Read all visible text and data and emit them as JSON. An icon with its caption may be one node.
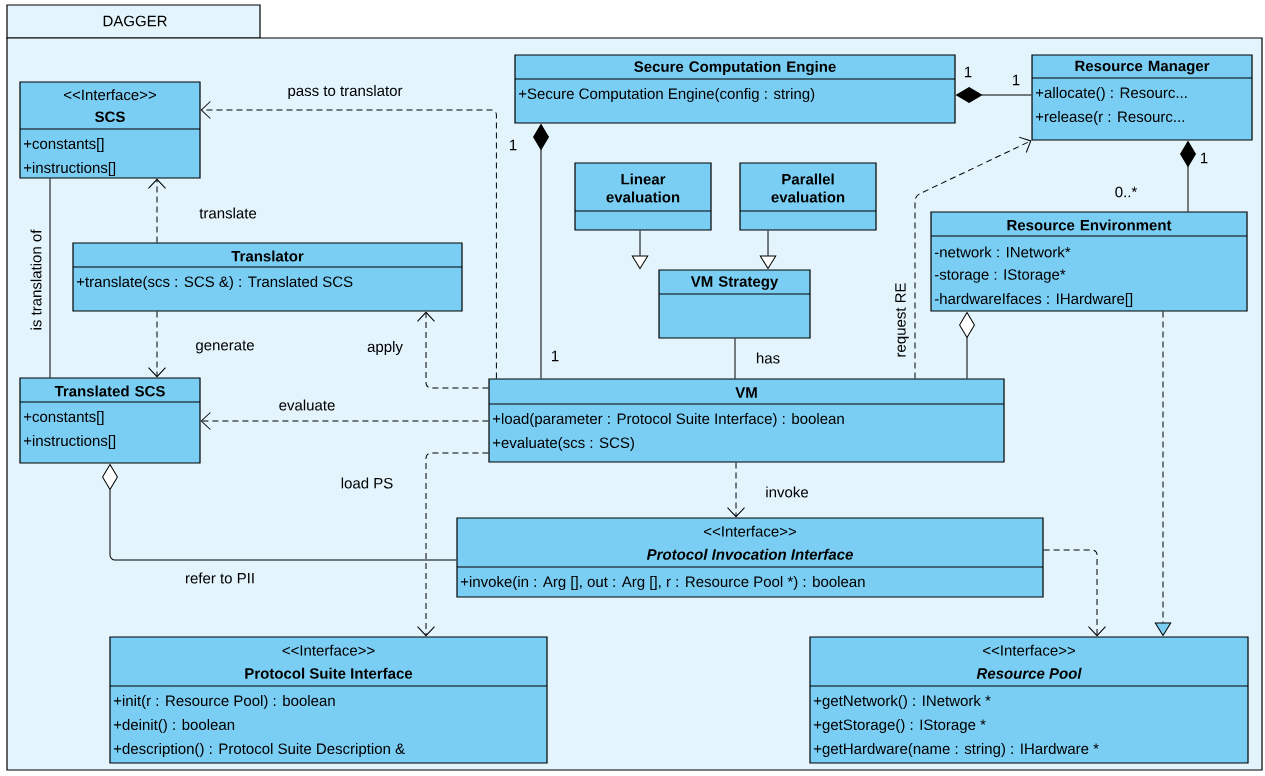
{
  "diagram": {
    "nodes": [
      {
        "text": [
          "DAGGER"
        ]
      },
      {
        "text": [
          "<<Interface>>",
          "SCS",
          "+constants[]",
          "+instructions[]"
        ],
        "in": 0
      },
      {
        "text": [
          "Secure Computation Engine",
          "+Secure Computation Engine(config : string)"
        ],
        "in": 0
      },
      {
        "text": [
          "Resource Manager",
          "+allocate() : Resourc...",
          "+release(r : Resourc..."
        ],
        "in": 0
      },
      {
        "text": [
          "Linear evaluation"
        ],
        "in": 0
      },
      {
        "text": [
          "Parallel evaluation"
        ],
        "in": 0
      },
      {
        "text": [
          "Translator",
          "+translate(scs : SCS &) : Translated SCS"
        ],
        "in": 0
      },
      {
        "text": [
          "VM Strategy"
        ],
        "in": 0
      },
      {
        "text": [
          "Resource Environment",
          "-network : INetwork*",
          "-storage : IStorage*",
          "-hardwareIfaces : IHardware[]"
        ],
        "in": 0
      },
      {
        "text": [
          "Translated SCS",
          "+constants[]",
          "+instructions[]"
        ],
        "in": 0
      },
      {
        "text": [
          "VM",
          "+load(parameter : Protocol Suite Interface) : boolean",
          "+evaluate(scs : SCS)"
        ],
        "in": 0
      },
      {
        "text": [
          "<<Interface>>",
          "Protocol Invocation Interface",
          "+invoke(in : Arg [], out : Arg [], r : Resource Pool *) : boolean"
        ],
        "in": 0
      },
      {
        "text": [
          "<<Interface>>",
          "Protocol Suite Interface",
          "+init(r : Resource Pool) : boolean",
          "+deinit() : boolean",
          "+description() : Protocol Suite Description &"
        ],
        "in": 0
      },
      {
        "text": [
          "<<Interface>>",
          "Resource Pool",
          "+getNetwork() : INetwork *",
          "+getStorage() : IStorage *",
          "+getHardware(name : string) : IHardware *"
        ],
        "in": 0
      }
    ],
    "edges": [
      {
        "from": 10,
        "to": 1,
        "arrow": "to",
        "label": "pass to translator",
        "style": "dashed"
      },
      {
        "from": 6,
        "to": 1,
        "arrow": "to",
        "label": "translate",
        "style": "dashed"
      },
      {
        "from": 6,
        "to": 9,
        "arrow": "to",
        "label": "generate",
        "style": "dashed"
      },
      {
        "from": 1,
        "to": 9,
        "arrow": "none",
        "label": "is translation of"
      },
      {
        "from": 10,
        "to": 6,
        "arrow": "to",
        "label": "apply",
        "style": "dashed"
      },
      {
        "from": 10,
        "to": 9,
        "arrow": "to",
        "label": "evaluate",
        "style": "dashed"
      },
      {
        "from": 10,
        "to": 12,
        "arrow": "to",
        "label": "load PS",
        "style": "dashed"
      },
      {
        "from": 10,
        "to": 11,
        "arrow": "to",
        "label": "invoke",
        "style": "dashed"
      },
      {
        "from": 11,
        "to": 9,
        "arrow": "other",
        "label": "refer to PII"
      },
      {
        "from": 11,
        "to": 13,
        "arrow": "to",
        "style": "dashed"
      },
      {
        "from": 8,
        "to": 13,
        "arrow": "to",
        "style": "dashed"
      },
      {
        "from": 10,
        "to": 2,
        "arrow": "other"
      },
      {
        "from": 3,
        "to": 2,
        "arrow": "other"
      },
      {
        "from": 8,
        "to": 3,
        "arrow": "other"
      },
      {
        "from": 4,
        "to": 7,
        "arrow": "to"
      },
      {
        "from": 5,
        "to": 7,
        "arrow": "to"
      },
      {
        "from": 10,
        "to": 7,
        "arrow": "none",
        "label": "has"
      },
      {
        "from": 10,
        "to": 3,
        "arrow": "to",
        "label": "request RE",
        "style": "dashed"
      },
      {
        "from": 10,
        "to": 8,
        "arrow": "other"
      }
    ],
    "labels": [
      "1",
      "1",
      "1",
      "1",
      "0..*",
      "1"
    ]
  }
}
